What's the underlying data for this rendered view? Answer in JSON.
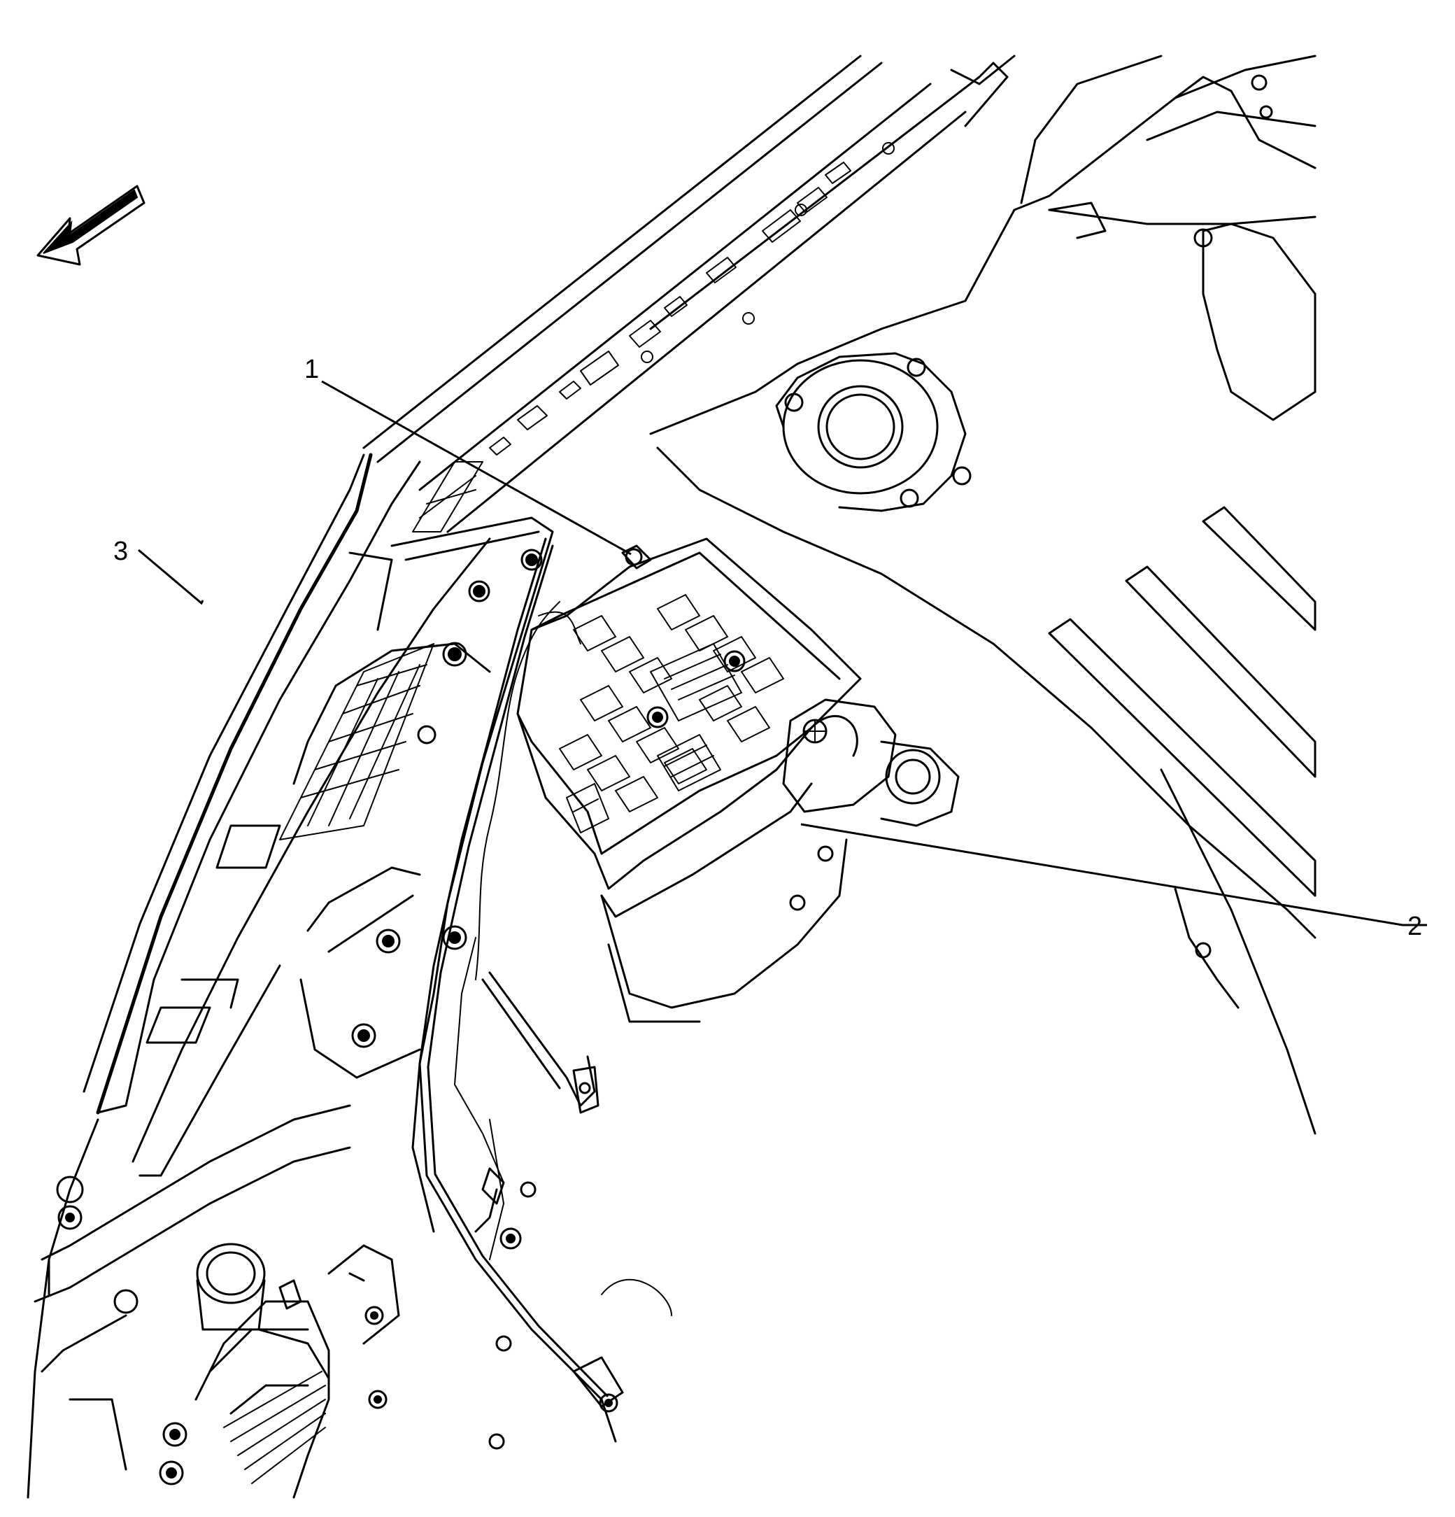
{
  "callouts": [
    {
      "id": "1",
      "label": "1"
    },
    {
      "id": "2",
      "label": "2"
    },
    {
      "id": "3",
      "label": "3"
    }
  ],
  "icons": {
    "direction_arrow": "forward-direction-arrow-icon"
  }
}
